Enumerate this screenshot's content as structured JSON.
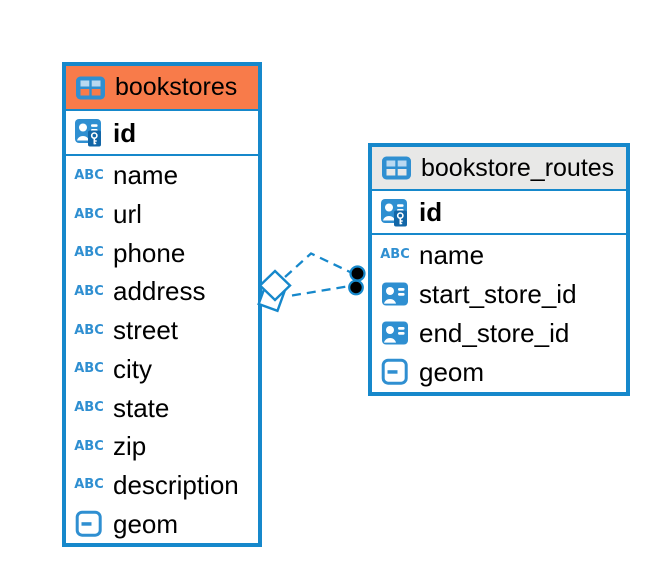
{
  "colors": {
    "accent_blue": "#1688cb",
    "icon_blue": "#2f8fd1",
    "key_badge_blue": "#1266a7",
    "icon_cell_light_blue": "#b9d9f1",
    "bookstores_header_orange": "#f87b4a",
    "routes_header_gray": "#e8e8e7",
    "text_black": "#000000",
    "connector_dot_black": "#000000"
  },
  "diagram": {
    "tables": [
      {
        "name": "bookstores",
        "header_bg": "#f87b4a",
        "icon": "table-icon",
        "key_columns": [
          {
            "name": "id",
            "icon": "primary-key-icon"
          }
        ],
        "columns": [
          {
            "name": "name",
            "icon": "text-abc-icon"
          },
          {
            "name": "url",
            "icon": "text-abc-icon"
          },
          {
            "name": "phone",
            "icon": "text-abc-icon"
          },
          {
            "name": "address",
            "icon": "text-abc-icon"
          },
          {
            "name": "street",
            "icon": "text-abc-icon"
          },
          {
            "name": "city",
            "icon": "text-abc-icon"
          },
          {
            "name": "state",
            "icon": "text-abc-icon"
          },
          {
            "name": "zip",
            "icon": "text-abc-icon"
          },
          {
            "name": "description",
            "icon": "text-abc-icon"
          },
          {
            "name": "geom",
            "icon": "geometry-icon"
          }
        ]
      },
      {
        "name": "bookstore_routes",
        "header_bg": "#e8e8e7",
        "icon": "table-icon",
        "key_columns": [
          {
            "name": "id",
            "icon": "primary-key-icon"
          }
        ],
        "columns": [
          {
            "name": "name",
            "icon": "text-abc-icon"
          },
          {
            "name": "start_store_id",
            "icon": "foreign-key-icon"
          },
          {
            "name": "end_store_id",
            "icon": "foreign-key-icon"
          },
          {
            "name": "geom",
            "icon": "geometry-icon"
          }
        ]
      }
    ],
    "relationships": [
      {
        "from_table": "bookstore_routes",
        "to_table": "bookstores",
        "line_style": "dashed",
        "from_marker": "dot",
        "to_marker": "diamond"
      },
      {
        "from_table": "bookstore_routes",
        "to_table": "bookstores",
        "line_style": "dashed",
        "from_marker": "dot",
        "to_marker": "diamond"
      }
    ]
  }
}
